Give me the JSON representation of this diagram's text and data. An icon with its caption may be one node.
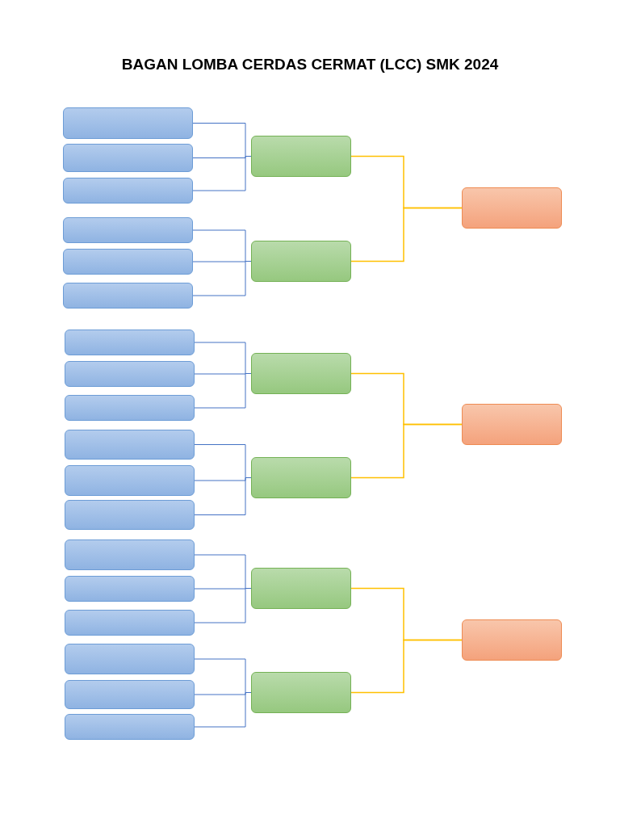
{
  "diagram": {
    "title": "BAGAN LOMBA CERDAS CERMAT (LCC) SMK 2024",
    "nodes": [
      {
        "text": [],
        "shape": "box"
      },
      {
        "text": [],
        "shape": "box"
      },
      {
        "text": [],
        "shape": "box"
      },
      {
        "text": [],
        "shape": "box"
      },
      {
        "text": [],
        "shape": "box"
      },
      {
        "text": [],
        "shape": "box"
      },
      {
        "text": [],
        "shape": "box"
      },
      {
        "text": [],
        "shape": "box"
      },
      {
        "text": [],
        "shape": "box"
      },
      {
        "text": [],
        "shape": "box"
      },
      {
        "text": [],
        "shape": "box"
      },
      {
        "text": [],
        "shape": "box"
      },
      {
        "text": [],
        "shape": "box"
      },
      {
        "text": [],
        "shape": "box"
      },
      {
        "text": [],
        "shape": "box"
      },
      {
        "text": [],
        "shape": "box"
      },
      {
        "text": [],
        "shape": "box"
      },
      {
        "text": [],
        "shape": "box"
      },
      {
        "text": [],
        "shape": "box"
      },
      {
        "text": [],
        "shape": "box"
      },
      {
        "text": [],
        "shape": "box"
      },
      {
        "text": [],
        "shape": "box"
      },
      {
        "text": [],
        "shape": "box"
      },
      {
        "text": [],
        "shape": "box"
      },
      {
        "text": [],
        "shape": "box"
      },
      {
        "text": [],
        "shape": "box"
      },
      {
        "text": [],
        "shape": "box"
      }
    ],
    "edges": [
      {
        "from": 0,
        "to": 18,
        "arrow": "none"
      },
      {
        "from": 1,
        "to": 18,
        "arrow": "none"
      },
      {
        "from": 2,
        "to": 18,
        "arrow": "none"
      },
      {
        "from": 3,
        "to": 19,
        "arrow": "none"
      },
      {
        "from": 4,
        "to": 19,
        "arrow": "none"
      },
      {
        "from": 5,
        "to": 19,
        "arrow": "none"
      },
      {
        "from": 6,
        "to": 20,
        "arrow": "none"
      },
      {
        "from": 7,
        "to": 20,
        "arrow": "none"
      },
      {
        "from": 8,
        "to": 20,
        "arrow": "none"
      },
      {
        "from": 9,
        "to": 21,
        "arrow": "none"
      },
      {
        "from": 10,
        "to": 21,
        "arrow": "none"
      },
      {
        "from": 11,
        "to": 21,
        "arrow": "none"
      },
      {
        "from": 12,
        "to": 22,
        "arrow": "none"
      },
      {
        "from": 13,
        "to": 22,
        "arrow": "none"
      },
      {
        "from": 14,
        "to": 22,
        "arrow": "none"
      },
      {
        "from": 15,
        "to": 23,
        "arrow": "none"
      },
      {
        "from": 16,
        "to": 23,
        "arrow": "none"
      },
      {
        "from": 17,
        "to": 23,
        "arrow": "none"
      },
      {
        "from": 18,
        "to": 24,
        "arrow": "none",
        "color": "#ffc000"
      },
      {
        "from": 19,
        "to": 24,
        "arrow": "none",
        "color": "#ffc000"
      },
      {
        "from": 20,
        "to": 25,
        "arrow": "none",
        "color": "#ffc000"
      },
      {
        "from": 21,
        "to": 25,
        "arrow": "none",
        "color": "#ffc000"
      },
      {
        "from": 22,
        "to": 26,
        "arrow": "none",
        "color": "#ffc000"
      },
      {
        "from": 23,
        "to": 26,
        "arrow": "none",
        "color": "#ffc000"
      }
    ]
  }
}
